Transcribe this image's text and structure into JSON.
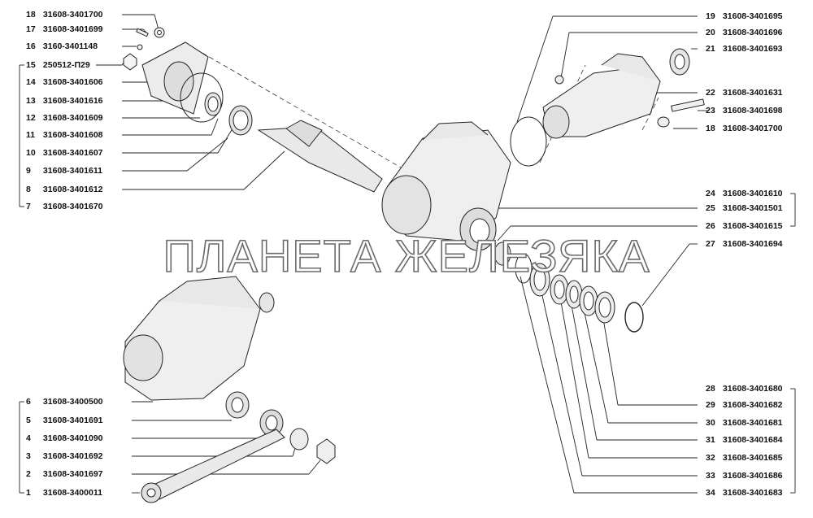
{
  "watermark": "ПЛАНЕТА ЖЕЛЕЗЯКА",
  "callouts": [
    {
      "num": "18",
      "code": "31608-3401700"
    },
    {
      "num": "17",
      "code": "31608-3401699"
    },
    {
      "num": "16",
      "code": "3160-3401148"
    },
    {
      "num": "15",
      "code": "250512-П29"
    },
    {
      "num": "14",
      "code": "31608-3401606"
    },
    {
      "num": "13",
      "code": "31608-3401616"
    },
    {
      "num": "12",
      "code": "31608-3401609"
    },
    {
      "num": "11",
      "code": "31608-3401608"
    },
    {
      "num": "10",
      "code": "31608-3401607"
    },
    {
      "num": "9",
      "code": "31608-3401611"
    },
    {
      "num": "8",
      "code": "31608-3401612"
    },
    {
      "num": "7",
      "code": "31608-3401670"
    },
    {
      "num": "6",
      "code": "31608-3400500"
    },
    {
      "num": "5",
      "code": "31608-3401691"
    },
    {
      "num": "4",
      "code": "31608-3401090"
    },
    {
      "num": "3",
      "code": "31608-3401692"
    },
    {
      "num": "2",
      "code": "31608-3401697"
    },
    {
      "num": "1",
      "code": "31608-3400011"
    },
    {
      "num": "19",
      "code": "31608-3401695"
    },
    {
      "num": "20",
      "code": "31608-3401696"
    },
    {
      "num": "21",
      "code": "31608-3401693"
    },
    {
      "num": "22",
      "code": "31608-3401631"
    },
    {
      "num": "23",
      "code": "31608-3401698"
    },
    {
      "num": "18",
      "code": "31608-3401700"
    },
    {
      "num": "24",
      "code": "31608-3401610"
    },
    {
      "num": "25",
      "code": "31608-3401501"
    },
    {
      "num": "26",
      "code": "31608-3401615"
    },
    {
      "num": "27",
      "code": "31608-3401694"
    },
    {
      "num": "28",
      "code": "31608-3401680"
    },
    {
      "num": "29",
      "code": "31608-3401682"
    },
    {
      "num": "30",
      "code": "31608-3401681"
    },
    {
      "num": "31",
      "code": "31608-3401684"
    },
    {
      "num": "32",
      "code": "31608-3401685"
    },
    {
      "num": "33",
      "code": "31608-3401686"
    },
    {
      "num": "34",
      "code": "31608-3401683"
    }
  ]
}
